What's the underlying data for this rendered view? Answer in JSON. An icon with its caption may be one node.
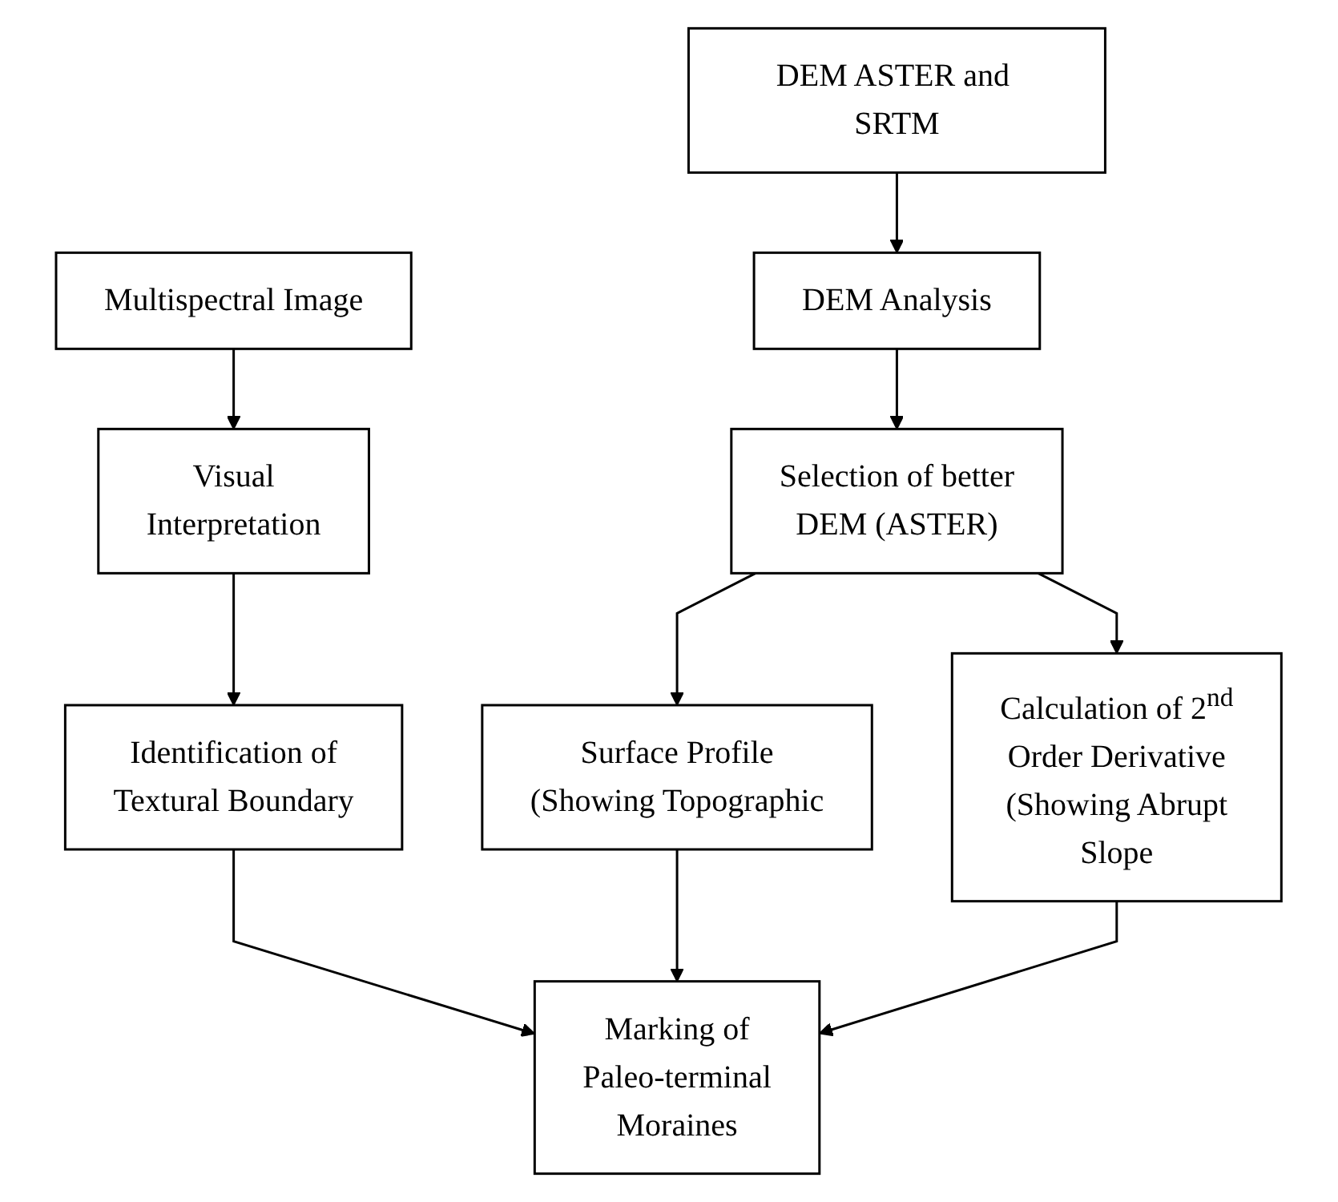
{
  "diagram": {
    "nodes": [
      {
        "text": [
          "DEM ASTER and SRTM"
        ]
      },
      {
        "text": [
          "Multispectral Image"
        ]
      },
      {
        "text": [
          "DEM Analysis"
        ]
      },
      {
        "text": [
          "Visual Interpretation"
        ]
      },
      {
        "text": [
          "Selection of better DEM (ASTER)"
        ]
      },
      {
        "text": [
          "Identification of Textural Boundary"
        ]
      },
      {
        "text": [
          "Surface Profile (Showing Topographic"
        ]
      },
      {
        "text": [
          "Calculation of 2$^{nd}$ Order Derivative (Showing Abrupt Slope"
        ]
      },
      {
        "text": [
          "Marking of Paleo-terminal Moraines"
        ]
      }
    ],
    "edges": [
      {
        "from": 0,
        "to": 2,
        "arrow": "to"
      },
      {
        "from": 1,
        "to": 3,
        "arrow": "to"
      },
      {
        "from": 2,
        "to": 4,
        "arrow": "to"
      },
      {
        "from": 3,
        "to": 5,
        "arrow": "to"
      },
      {
        "from": 4,
        "to": 6,
        "arrow": "to"
      },
      {
        "from": 4,
        "to": 7,
        "arrow": "to"
      },
      {
        "from": 7,
        "to": 8,
        "arrow": "to"
      },
      {
        "from": 5,
        "to": 8,
        "arrow": "to"
      },
      {
        "from": 6,
        "to": 8,
        "arrow": "to"
      }
    ]
  }
}
